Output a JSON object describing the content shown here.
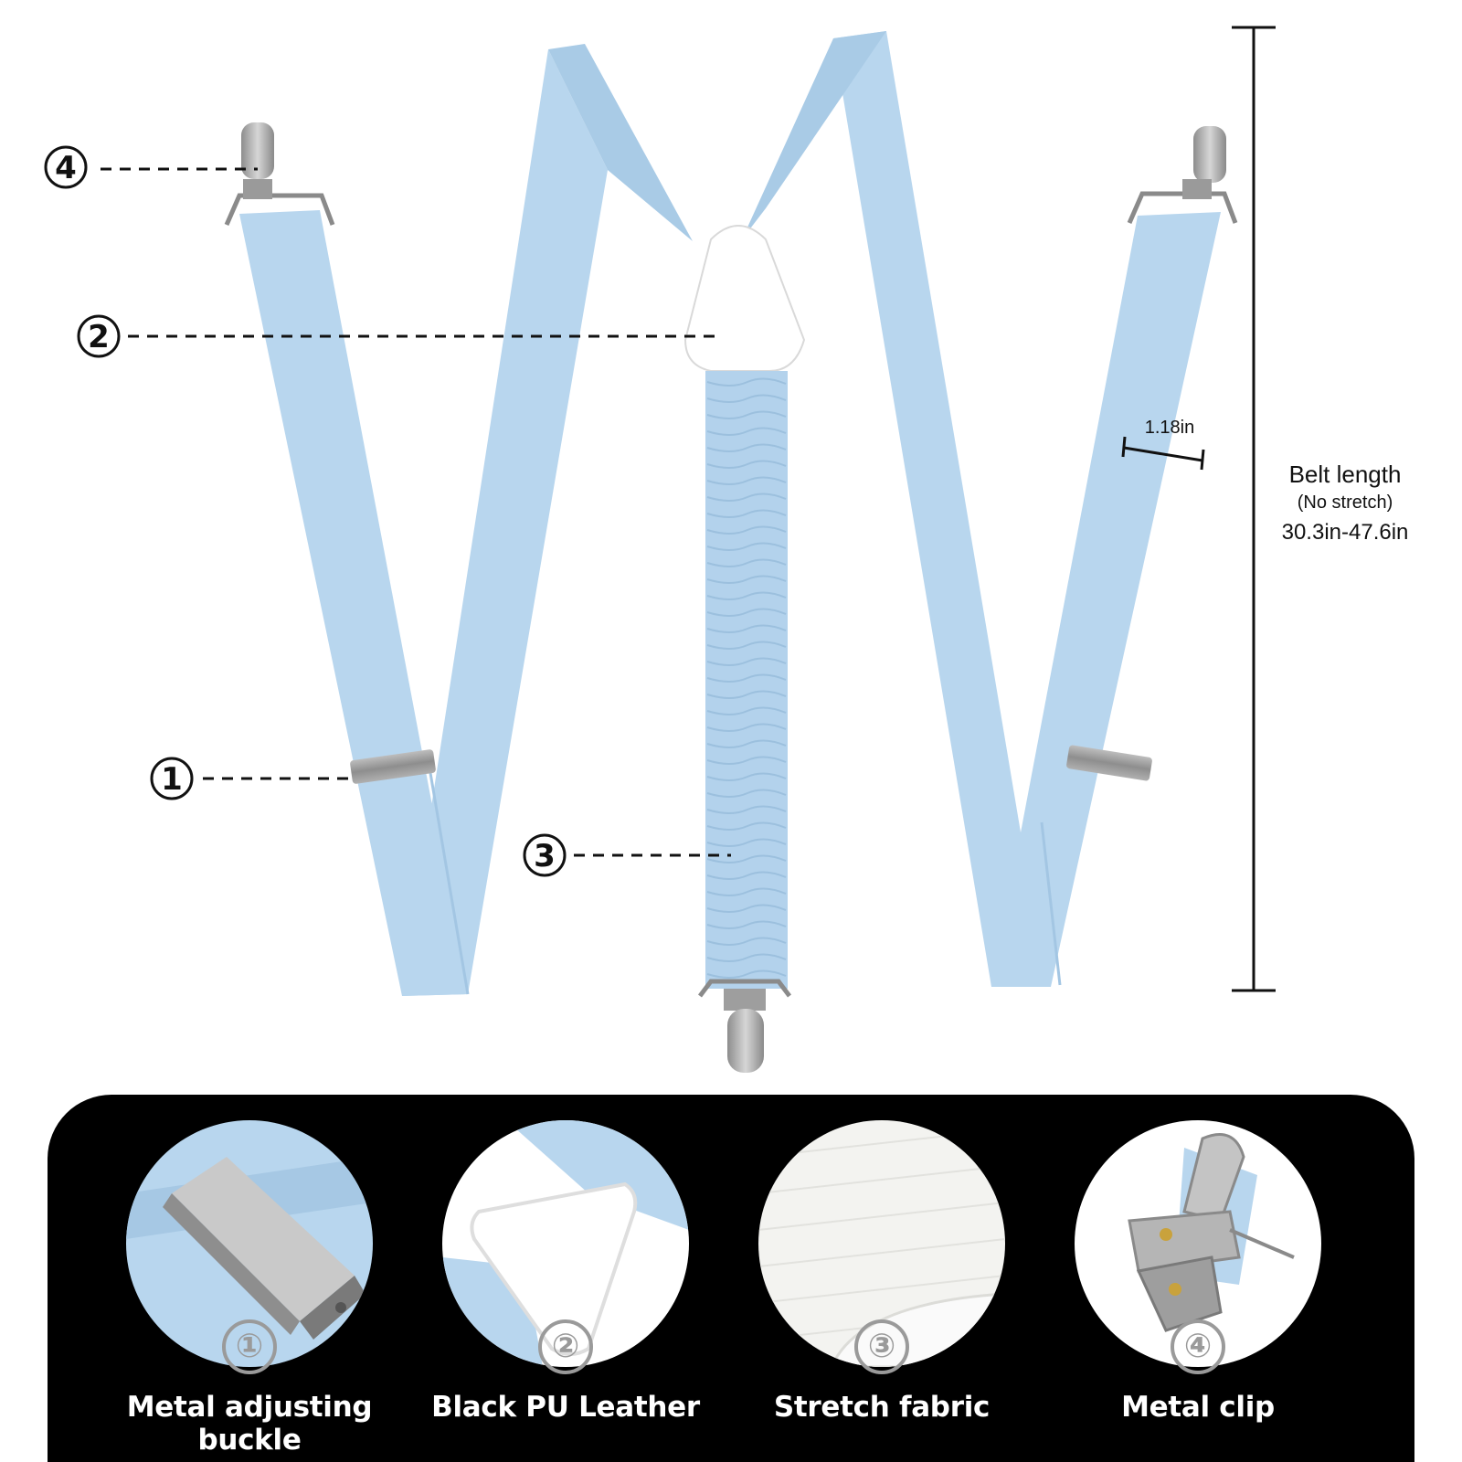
{
  "callouts": [
    {
      "number": "④",
      "part": "clip"
    },
    {
      "number": "②",
      "part": "leather patch"
    },
    {
      "number": "①",
      "part": "buckle"
    },
    {
      "number": "③",
      "part": "stretch fabric"
    }
  ],
  "dimensions": {
    "strap_width": "1.18in",
    "belt_length_title": "Belt length",
    "belt_length_note": "(No stretch)",
    "belt_length_range": "30.3in-47.6in"
  },
  "features": [
    {
      "number": "①",
      "label": "Metal adjusting buckle",
      "icon": "buckle-closeup"
    },
    {
      "number": "②",
      "label": "Black PU Leather",
      "icon": "leather-patch-closeup"
    },
    {
      "number": "③",
      "label": "Stretch fabric",
      "icon": "fabric-closeup"
    },
    {
      "number": "④",
      "label": "Metal clip",
      "icon": "clip-closeup"
    }
  ],
  "colors": {
    "strap": "#b8d6ee",
    "strap_shadow": "#a3c6e3",
    "metal": "#a9a9a9",
    "leather": "#ffffff",
    "panel": "#000000"
  }
}
